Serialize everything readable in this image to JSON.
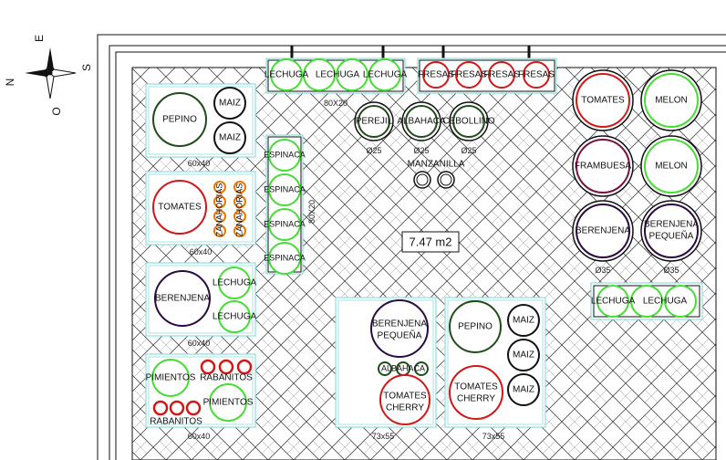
{
  "compass": {
    "north": "N",
    "east": "E",
    "south": "S",
    "west": "O"
  },
  "area_label": "7.47 m2",
  "colors": {
    "dark_green": "#1f4d1a",
    "red": "#d01818",
    "purple": "#2a0a44",
    "green": "#44dd33",
    "black": "#111111",
    "orange": "#ee7700",
    "maroon": "#7a1040",
    "bed_border": "#8fe0dc"
  },
  "top": {
    "lechuga": [
      "LECHUGA",
      "LECHUGA",
      "LECHUGA"
    ],
    "lechuga_dim": "80X20",
    "fresas": [
      "FRESAS",
      "FRESAS",
      "FRESAS",
      "FRESAS"
    ]
  },
  "pots": {
    "perejil": "PEREJIL",
    "albahaca": "ALBAHACA",
    "cebollino": "CEBOLLINO",
    "perejil_dim": "Ø25",
    "albahaca_dim": "Ø25",
    "cebollino_dim": "Ø25",
    "manzanilla": "MANZANILLA"
  },
  "espinaca": {
    "items": [
      "ESPINACA",
      "ESPINACA",
      "ESPINACA",
      "ESPINACA"
    ],
    "dim": "80X20"
  },
  "bed1": {
    "pepino": "PEPINO",
    "maiz1": "MAIZ",
    "maiz2": "MAIZ",
    "dim": "60x40"
  },
  "bed2": {
    "tomates": "TOMATES",
    "zanahorias": [
      "ZANAHORIAS",
      "ZANAHORIAS"
    ],
    "dim": "60x40"
  },
  "bed3": {
    "berenjena": "BERENJENA",
    "lechuga1": "LECHUGA",
    "lechuga2": "LECHUGA",
    "dim": "60x40"
  },
  "bed4": {
    "pimientos1": "PIMIENTOS",
    "pimientos2": "PIMIENTOS",
    "rabanitos1": "RABANITOS",
    "rabanitos2": "RABANITOS",
    "dim": "60x40"
  },
  "bed5": {
    "berenjena_pequena": [
      "BERENJENA",
      "PEQUEÑA"
    ],
    "albahaca": "ALBAHACA",
    "tomates_cherry": [
      "TOMATES",
      "CHERRY"
    ],
    "dim": "73x55"
  },
  "bed6": {
    "pepino": "PEPINO",
    "maiz": [
      "MAIZ",
      "MAIZ",
      "MAIZ"
    ],
    "tomates_cherry": [
      "TOMATES",
      "CHERRY"
    ],
    "dim": "73x55"
  },
  "right": {
    "tomates": "TOMATES",
    "melon1": "MELON",
    "frambuesa": "FRAMBUESA",
    "melon2": "MELON",
    "berenjena": "BERENJENA",
    "berenjena_pequena": [
      "BERENJENA",
      "PEQUEÑA"
    ],
    "dim1": "Ø35",
    "dim2": "Ø35",
    "lechuga": [
      "LECHUGA",
      "LECHUGA"
    ]
  }
}
